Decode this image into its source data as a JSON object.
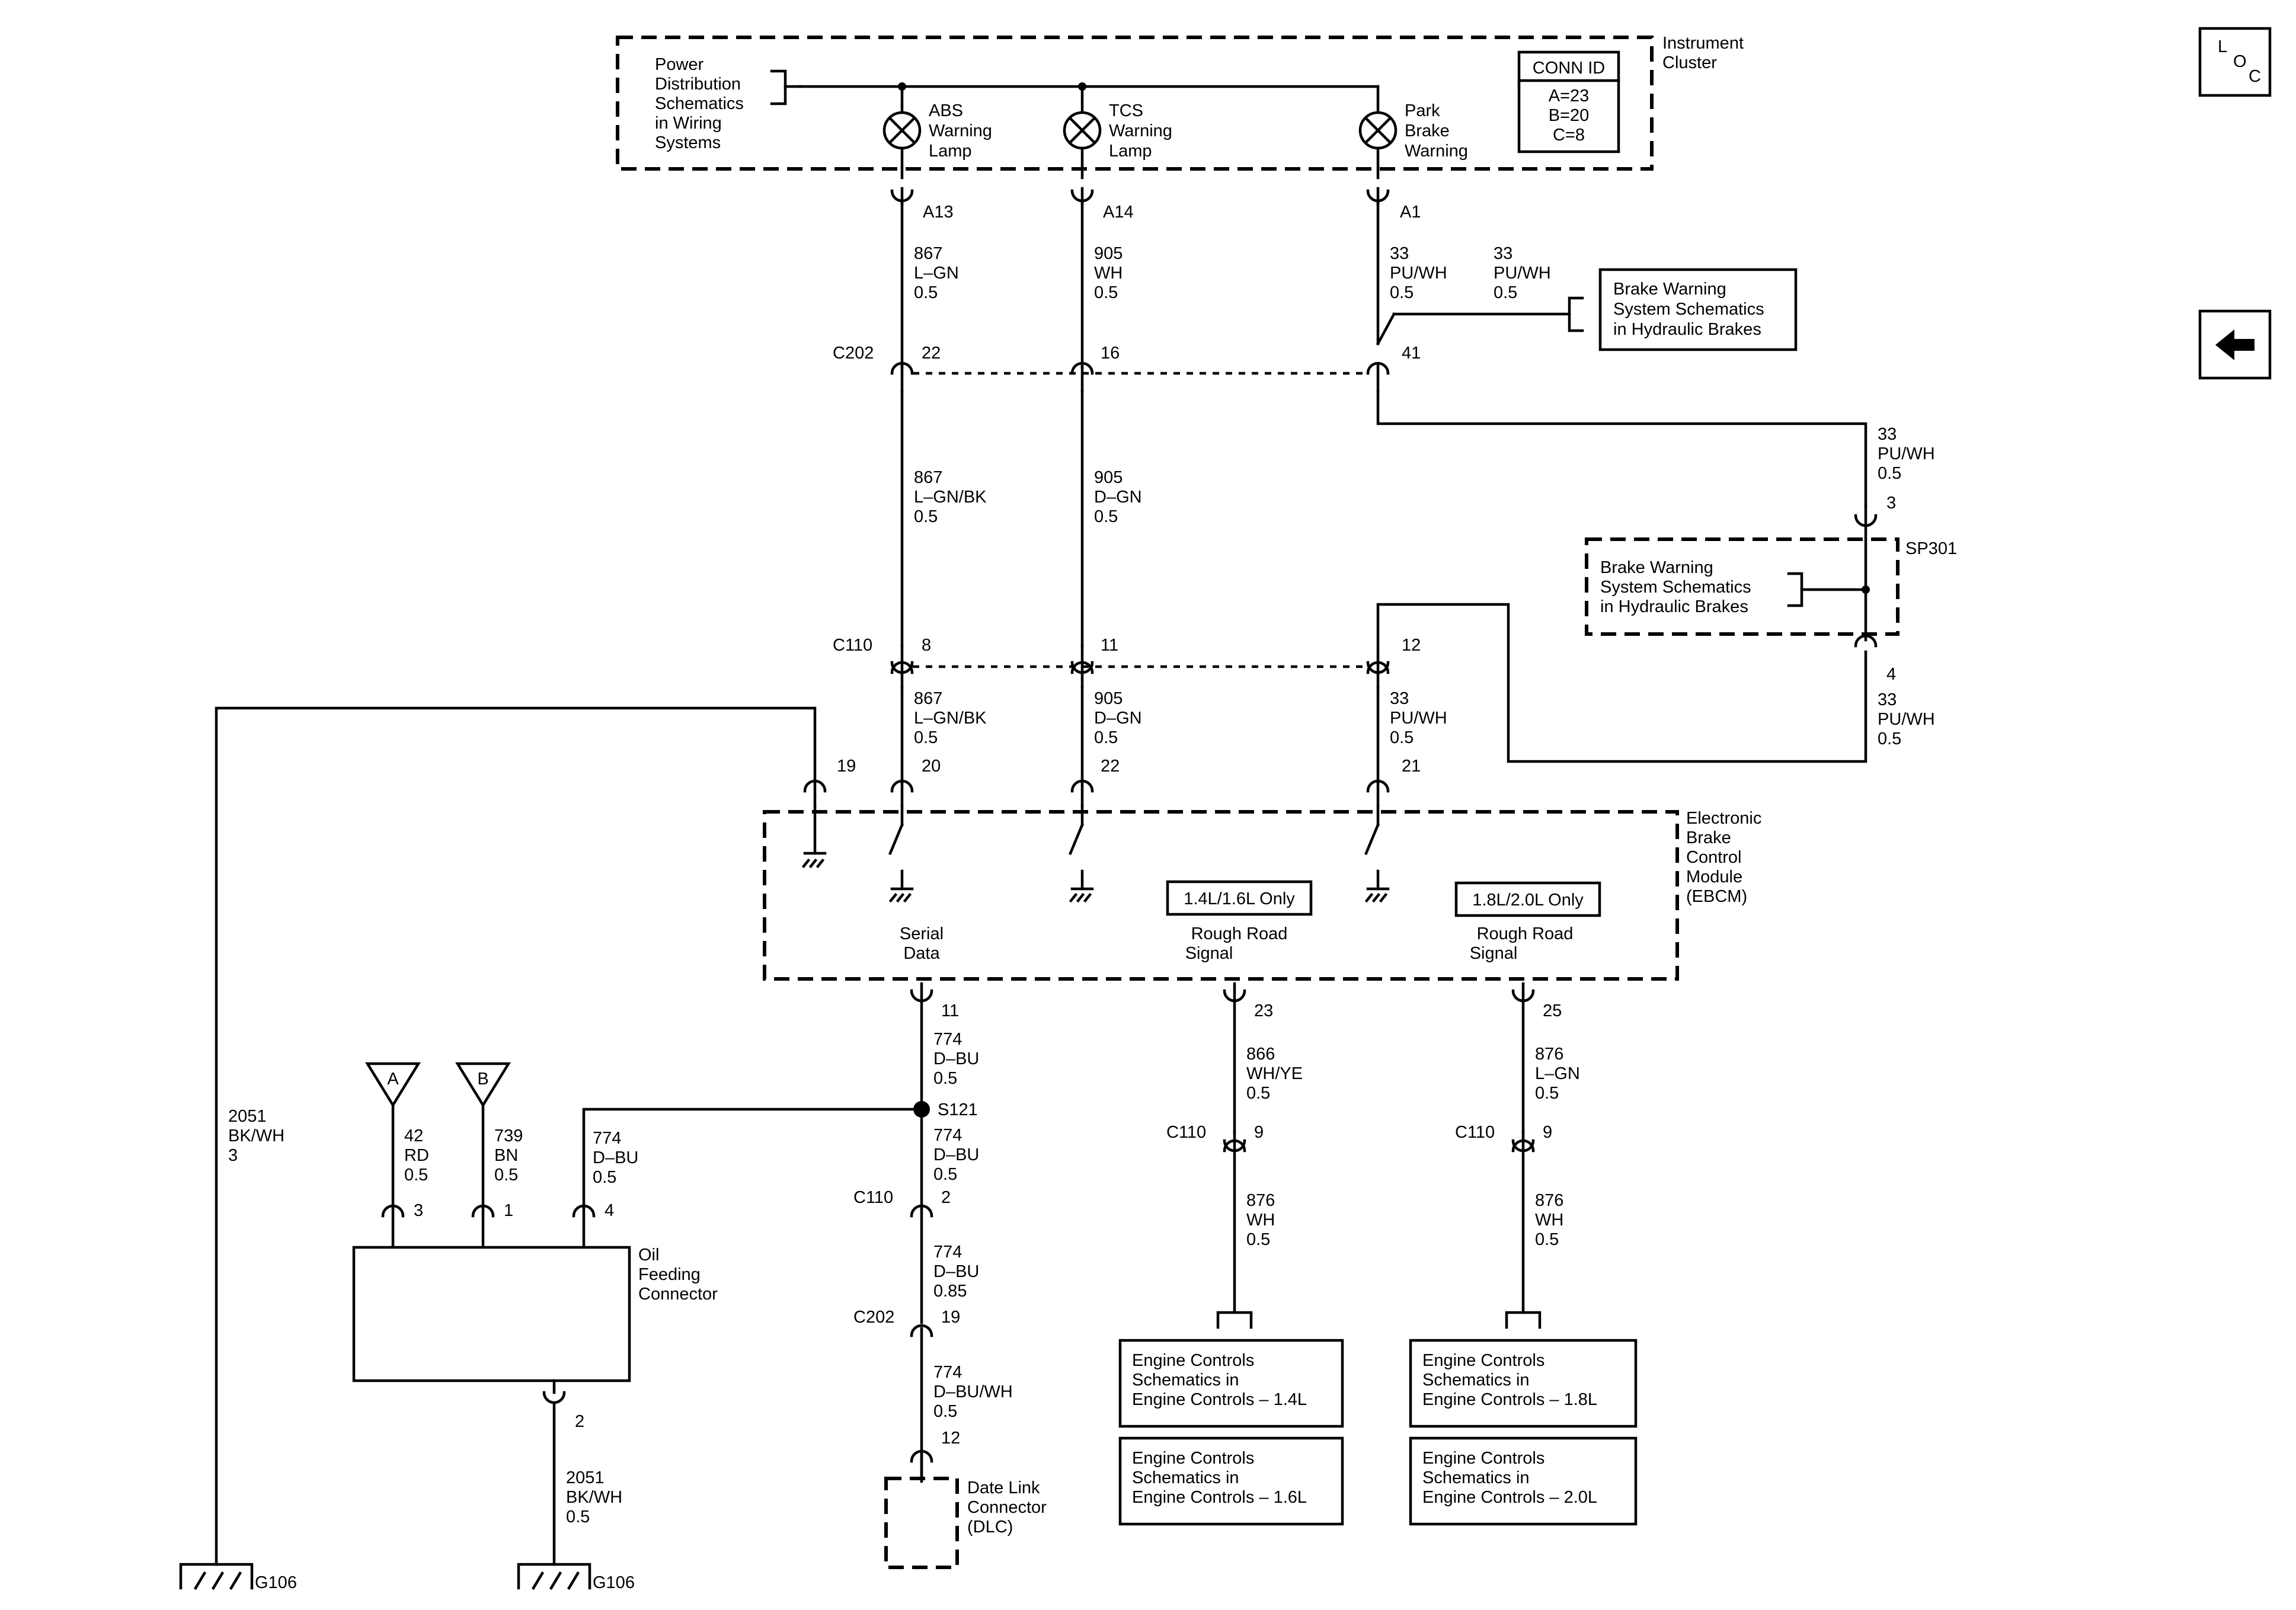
{
  "instrument_cluster": {
    "label": [
      "Instrument",
      "Cluster"
    ],
    "power_dist": [
      "Power",
      "Distribution",
      "Schematics",
      "in Wiring",
      "Systems"
    ],
    "lamps": [
      {
        "name": [
          "ABS",
          "Warning",
          "Lamp"
        ],
        "pin": "A13"
      },
      {
        "name": [
          "TCS",
          "Warning",
          "Lamp"
        ],
        "pin": "A14"
      },
      {
        "name": [
          "Park",
          "Brake",
          "Warning"
        ],
        "pin": "A1"
      }
    ],
    "conn_id": {
      "title": "CONN ID",
      "lines": [
        "A=23",
        "B=20",
        "C=8"
      ]
    }
  },
  "wires": {
    "abs_upper": [
      "867",
      "L–GN",
      "0.5"
    ],
    "tcs_upper": [
      "905",
      "WH",
      "0.5"
    ],
    "park_upper": [
      "33",
      "PU/WH",
      "0.5"
    ],
    "park_branch": [
      "33",
      "PU/WH",
      "0.5"
    ],
    "abs_mid": [
      "867",
      "L–GN/BK",
      "0.5"
    ],
    "tcs_mid": [
      "905",
      "D–GN",
      "0.5"
    ],
    "sp301_in": [
      "33",
      "PU/WH",
      "0.5"
    ],
    "abs_low": [
      "867",
      "L–GN/BK",
      "0.5"
    ],
    "tcs_low": [
      "905",
      "D–GN",
      "0.5"
    ],
    "park_low": [
      "33",
      "PU/WH",
      "0.5"
    ],
    "sp301_out": [
      "33",
      "PU/WH",
      "0.5"
    ],
    "ground_left": [
      "2051",
      "BK/WH",
      "3"
    ],
    "serial_a": [
      "774",
      "D–BU",
      "0.5"
    ],
    "serial_b": [
      "774",
      "D–BU",
      "0.5"
    ],
    "serial_c": [
      "774",
      "D–BU",
      "0.85"
    ],
    "serial_d": [
      "774",
      "D–BU/WH",
      "0.5"
    ],
    "oil_a": [
      "42",
      "RD",
      "0.5"
    ],
    "oil_b": [
      "739",
      "BN",
      "0.5"
    ],
    "oil_4": [
      "774",
      "D–BU",
      "0.5"
    ],
    "oil_gnd": [
      "2051",
      "BK/WH",
      "0.5"
    ],
    "rough_14_a": [
      "866",
      "WH/YE",
      "0.5"
    ],
    "rough_14_b": [
      "876",
      "WH",
      "0.5"
    ],
    "rough_18_a": [
      "876",
      "L–GN",
      "0.5"
    ],
    "rough_18_b": [
      "876",
      "WH",
      "0.5"
    ]
  },
  "connectors": {
    "c202": "C202",
    "c110": "C110",
    "sp301": "SP301",
    "s121": "S121",
    "pins": {
      "c202_abs": "22",
      "c202_tcs": "16",
      "c202_park": "41",
      "c110_abs": "8",
      "c110_tcs": "11",
      "c110_park": "12",
      "sp301_top": "3",
      "sp301_bottom": "4",
      "ebcm_19": "19",
      "ebcm_20": "20",
      "ebcm_22": "22",
      "ebcm_21": "21",
      "ebcm_11": "11",
      "ebcm_23": "23",
      "ebcm_25": "25",
      "c110_serial": "2",
      "c202_serial": "19",
      "dlc": "12",
      "c110_r14": "9",
      "c110_r18": "9",
      "oil_3": "3",
      "oil_1": "1",
      "oil_4": "4",
      "oil_2": "2"
    }
  },
  "refs": {
    "brake_warning_1": [
      "Brake Warning",
      "System Schematics",
      "in Hydraulic Brakes"
    ],
    "brake_warning_2": [
      "Brake Warning",
      "System Schematics",
      "in Hydraulic Brakes"
    ],
    "engine_14": [
      "Engine Controls",
      "Schematics in",
      "Engine Controls – 1.4L"
    ],
    "engine_16": [
      "Engine Controls",
      "Schematics in",
      "Engine Controls – 1.6L"
    ],
    "engine_18": [
      "Engine Controls",
      "Schematics in",
      "Engine Controls – 1.8L"
    ],
    "engine_20": [
      "Engine Controls",
      "Schematics in",
      "Engine Controls – 2.0L"
    ]
  },
  "ebcm": {
    "label": [
      "Electronic",
      "Brake",
      "Control",
      "Module",
      "(EBCM)"
    ],
    "serial": [
      "Serial",
      "Data"
    ],
    "rough_14": {
      "tag": "1.4L/1.6L Only",
      "text": [
        "Rough Road",
        "Signal"
      ]
    },
    "rough_18": {
      "tag": "1.8L/2.0L Only",
      "text": [
        "Rough Road",
        "Signal"
      ]
    }
  },
  "oil_feeding": {
    "label": [
      "Oil",
      "Feeding",
      "Connector"
    ],
    "flags": [
      "A",
      "B"
    ]
  },
  "dlc": {
    "label": [
      "Date Link",
      "Connector",
      "(DLC)"
    ]
  },
  "grounds": {
    "left": "G106",
    "right": "G106"
  },
  "nav": {
    "loc_letters": [
      "L",
      "O",
      "C"
    ],
    "back_arrow": "back-arrow-icon"
  }
}
